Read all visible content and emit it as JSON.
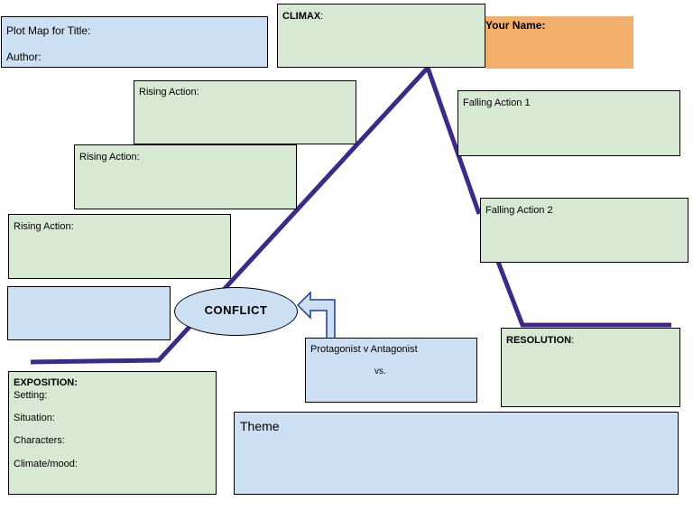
{
  "header": {
    "plot_map_title": "Plot Map for Title:",
    "author": "Author:",
    "climax": "CLIMAX",
    "climax_colon": ":",
    "your_name": "Your Name:"
  },
  "rising_action": [
    {
      "label": "Rising Action:"
    },
    {
      "label": "Rising Action:"
    },
    {
      "label": "Rising Action:"
    }
  ],
  "falling_action": [
    {
      "label": "Falling Action 1"
    },
    {
      "label": "Falling Action 2"
    }
  ],
  "conflict": {
    "label": "CONFLICT",
    "protagonist": "Protagonist v Antagonist",
    "vs": "vs."
  },
  "resolution": {
    "label": "RESOLUTION",
    "colon": ":"
  },
  "exposition": {
    "title": "EXPOSITION:",
    "fields": [
      "Setting:",
      "Situation:",
      "Characters:",
      "Climate/mood:"
    ]
  },
  "theme": {
    "label": "Theme"
  },
  "colors": {
    "green": "#d7e9d2",
    "blue": "#cddff2",
    "orange": "#f4ae6b",
    "line": "#3b2a86"
  }
}
